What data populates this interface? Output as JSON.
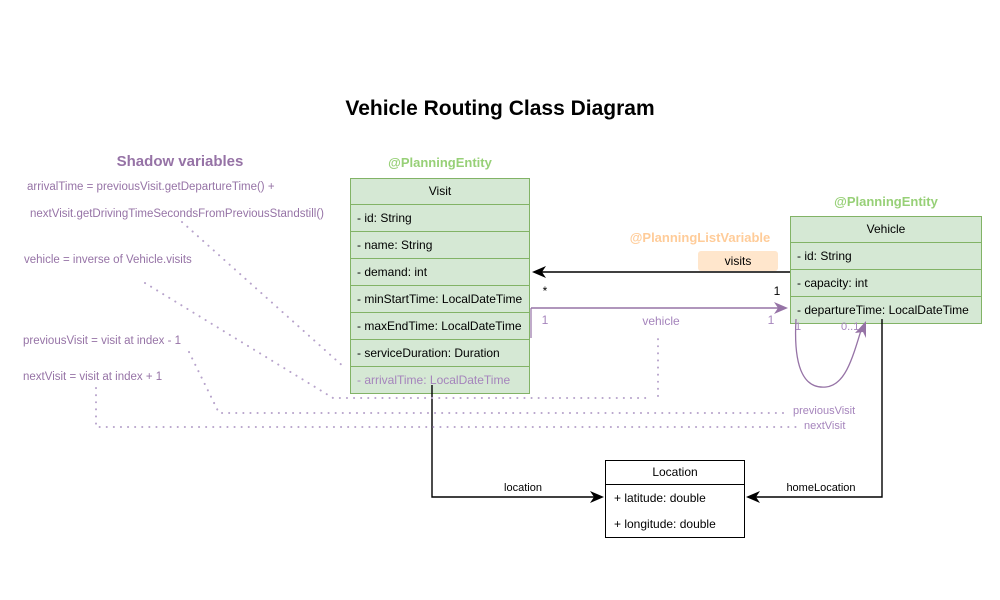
{
  "title": "Vehicle Routing Class Diagram",
  "colors": {
    "class_fill": "#d5e8d4",
    "class_stroke": "#82b366",
    "annotation_green": "#97d077",
    "purple": "#9673a6",
    "purple_light": "#a584bc",
    "dotted_link": "#b7a3cb",
    "peach_fill": "#ffe6cc",
    "peach_text": "#ffcc99",
    "black": "#000000"
  },
  "shadow_panel": {
    "heading": "Shadow variables",
    "arrival_line1": "arrivalTime = previousVisit.getDepartureTime() +",
    "arrival_line2": "nextVisit.getDrivingTimeSecondsFromPreviousStandstill()",
    "vehicle_line": "vehicle = inverse of Vehicle.visits",
    "previous_line": "previousVisit = visit at index - 1",
    "next_line": "nextVisit = visit at index + 1"
  },
  "classes": {
    "visit": {
      "annotation": "@PlanningEntity",
      "name": "Visit",
      "attrs": [
        "- id: String",
        "- name: String",
        "- demand: int",
        "- minStartTime: LocalDateTime",
        "- maxEndTime: LocalDateTime",
        "- serviceDuration: Duration",
        "- arrivalTime: LocalDateTime"
      ]
    },
    "vehicle": {
      "annotation": "@PlanningEntity",
      "name": "Vehicle",
      "attrs": [
        "- id: String",
        "- capacity: int",
        "- departureTime: LocalDateTime"
      ]
    },
    "location": {
      "name": "Location",
      "attrs": [
        "+ latitude: double",
        "+ longitude: double"
      ]
    }
  },
  "associations": {
    "visits": {
      "annotation": "@PlanningListVariable",
      "label": "visits",
      "visit_multiplicity": "*",
      "vehicle_multiplicity": "1"
    },
    "vehicle_ref": {
      "label": "vehicle",
      "visit_multiplicity": "1",
      "vehicle_multiplicity": "1"
    },
    "visit_chain_loop": {
      "start_multiplicity": "1",
      "end_multiplicity": "0..1",
      "previous_label": "previousVisit",
      "next_label": "nextVisit"
    },
    "location_ref": {
      "label": "location"
    },
    "home_location_ref": {
      "label": "homeLocation"
    }
  }
}
